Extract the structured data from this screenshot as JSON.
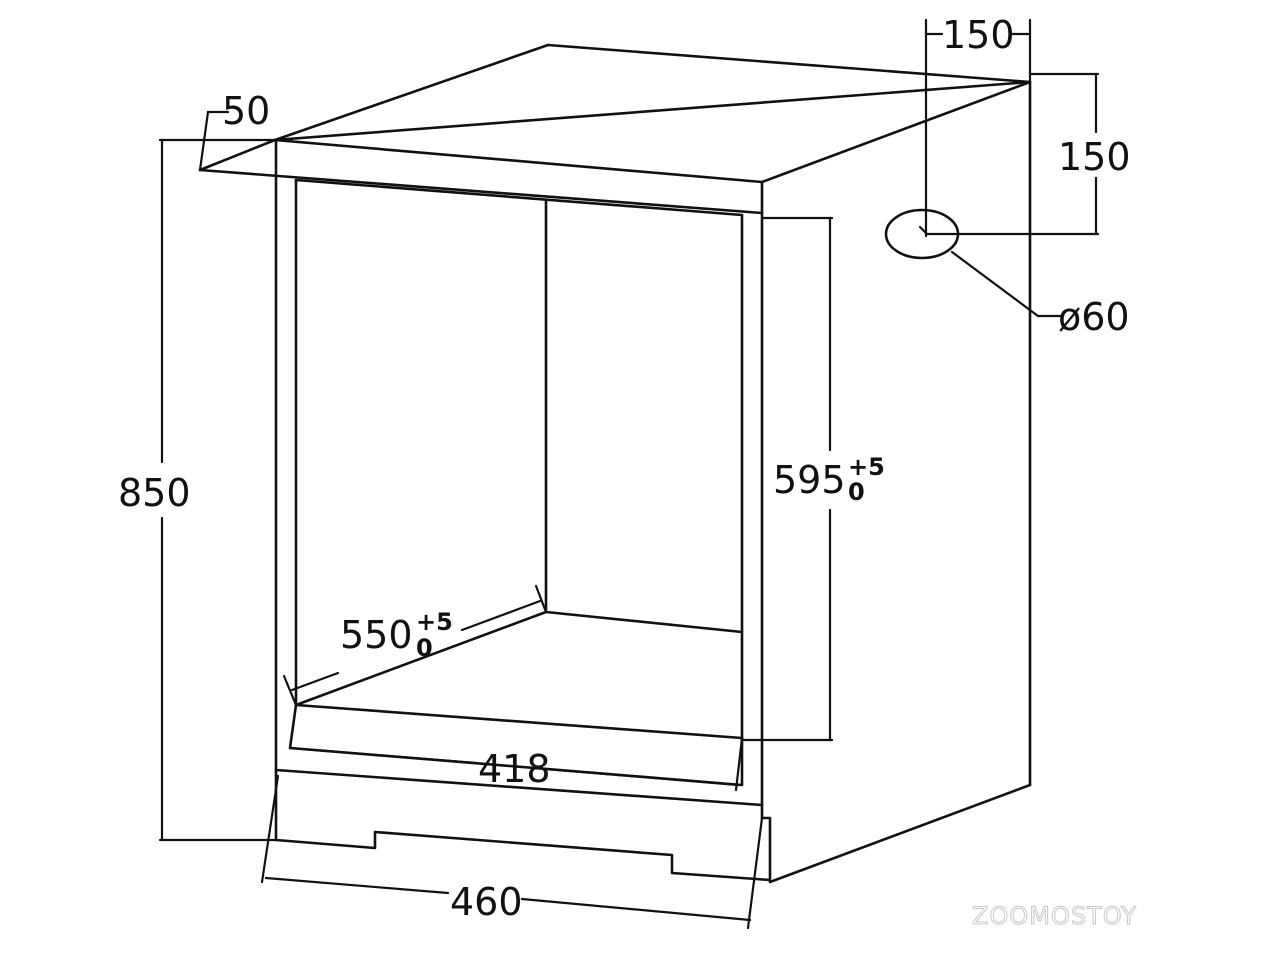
{
  "dimensions": {
    "top_offset": "50",
    "vent_horizontal": "150",
    "vent_vertical": "150",
    "vent_diameter": "ø60",
    "total_height": "850",
    "opening_height": "595",
    "opening_height_tol_upper": "+5",
    "opening_height_tol_lower": "0",
    "opening_depth": "550",
    "opening_depth_tol_upper": "+5",
    "opening_depth_tol_lower": "0",
    "inner_width": "418",
    "outer_width": "460"
  },
  "watermark": "ZOOMOSTOY",
  "colors": {
    "line": "#111111",
    "background": "#ffffff",
    "watermark": "#c8c8c8"
  }
}
